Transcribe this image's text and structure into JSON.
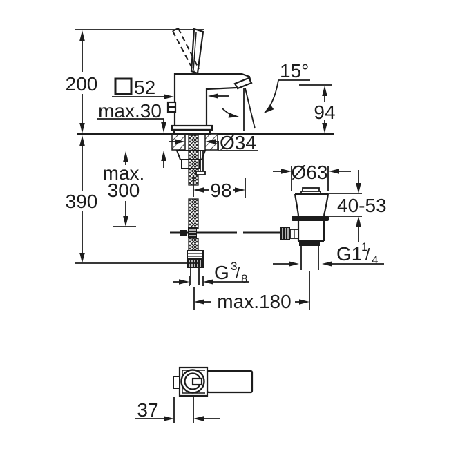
{
  "drawing": {
    "kind": "technical-dimension-drawing",
    "subject": "single-lever basin mixer with pop-up waste, side view and top view",
    "line_color": "#1c1c1c",
    "background": "#ffffff"
  },
  "labels": {
    "height_above_deck": "200",
    "depth_below_deck": "390",
    "body_square_value": "52",
    "deck_thickness": "max.30",
    "spout_angle": "15°",
    "outlet_height": "94",
    "hole_diameter": "Ø34",
    "spout_projection": "98",
    "hose_max_line1": "max.",
    "hose_max_line2": "300",
    "flange_diameter": "Ø63",
    "plug_height_range": "40-53",
    "drain_thread_base": "G1",
    "drain_thread_sup": "1",
    "drain_thread_slash": "/",
    "drain_thread_sub": "4",
    "supply_thread_base": "G",
    "supply_thread_sup": "3",
    "supply_thread_slash": "/",
    "supply_thread_sub": "8",
    "hose_to_drain_distance": "max.180",
    "handle_offset": "37"
  }
}
